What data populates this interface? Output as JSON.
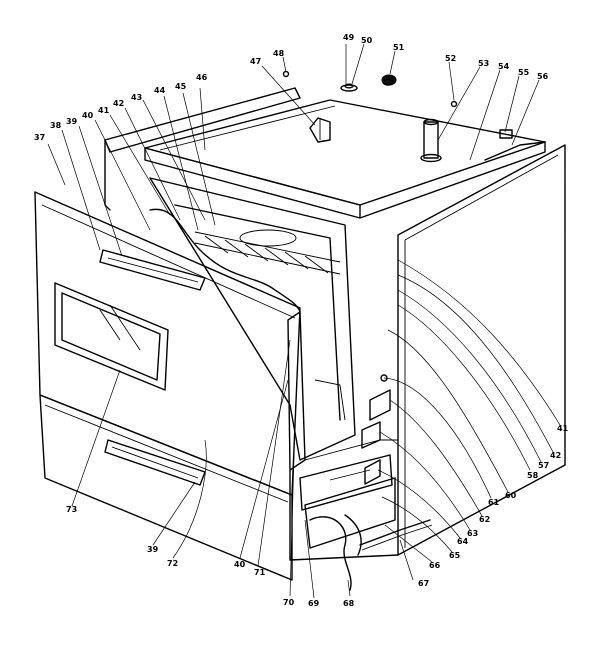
{
  "callouts": [
    {
      "id": "c37",
      "label": "37"
    },
    {
      "id": "c38",
      "label": "38"
    },
    {
      "id": "c39a",
      "label": "39"
    },
    {
      "id": "c40a",
      "label": "40"
    },
    {
      "id": "c41a",
      "label": "41"
    },
    {
      "id": "c42a",
      "label": "42"
    },
    {
      "id": "c43",
      "label": "43"
    },
    {
      "id": "c44",
      "label": "44"
    },
    {
      "id": "c45",
      "label": "45"
    },
    {
      "id": "c46",
      "label": "46"
    },
    {
      "id": "c47a",
      "label": "47"
    },
    {
      "id": "c48",
      "label": "48"
    },
    {
      "id": "c49",
      "label": "49"
    },
    {
      "id": "c50",
      "label": "50"
    },
    {
      "id": "c51",
      "label": "51"
    },
    {
      "id": "c52",
      "label": "52"
    },
    {
      "id": "c53",
      "label": "53"
    },
    {
      "id": "c54",
      "label": "54"
    },
    {
      "id": "c55",
      "label": "55"
    },
    {
      "id": "c56",
      "label": "56"
    },
    {
      "id": "c41b",
      "label": "41"
    },
    {
      "id": "c42b",
      "label": "42"
    },
    {
      "id": "c57",
      "label": "57"
    },
    {
      "id": "c58",
      "label": "58"
    },
    {
      "id": "c60",
      "label": "60"
    },
    {
      "id": "c61",
      "label": "61"
    },
    {
      "id": "c62",
      "label": "62"
    },
    {
      "id": "c63",
      "label": "63"
    },
    {
      "id": "c64",
      "label": "64"
    },
    {
      "id": "c65",
      "label": "65"
    },
    {
      "id": "c66",
      "label": "66"
    },
    {
      "id": "c67",
      "label": "67"
    },
    {
      "id": "c68",
      "label": "68"
    },
    {
      "id": "c69",
      "label": "69"
    },
    {
      "id": "c70",
      "label": "70"
    },
    {
      "id": "c71",
      "label": "71"
    },
    {
      "id": "c40b",
      "label": "40"
    },
    {
      "id": "c72",
      "label": "72"
    },
    {
      "id": "c39b",
      "label": "39"
    },
    {
      "id": "c73",
      "label": "73"
    }
  ]
}
